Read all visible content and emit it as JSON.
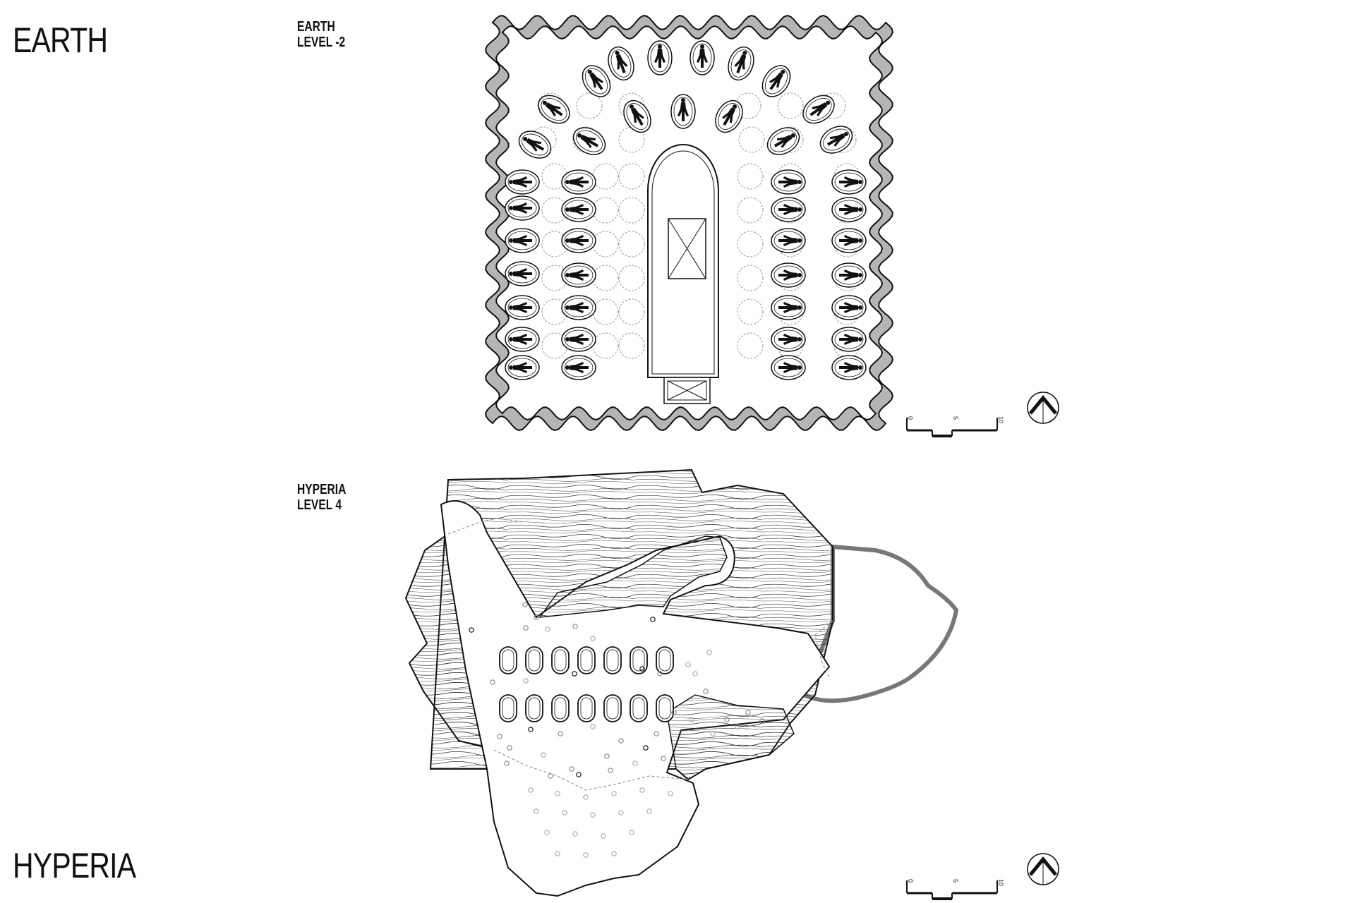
{
  "titles": {
    "earth": "EARTH",
    "hyperia": "HYPERIA"
  },
  "plans": [
    {
      "key": "earth",
      "name": "EARTH",
      "level": "LEVEL -2"
    },
    {
      "key": "hyperia",
      "name": "HYPERIA",
      "level": "LEVEL 4"
    }
  ],
  "scale_bar": {
    "ticks": [
      "0",
      "5",
      "10"
    ]
  },
  "colors": {
    "ink": "#111111",
    "wall_fill": "#b5b5b5",
    "guide": "#999999"
  }
}
